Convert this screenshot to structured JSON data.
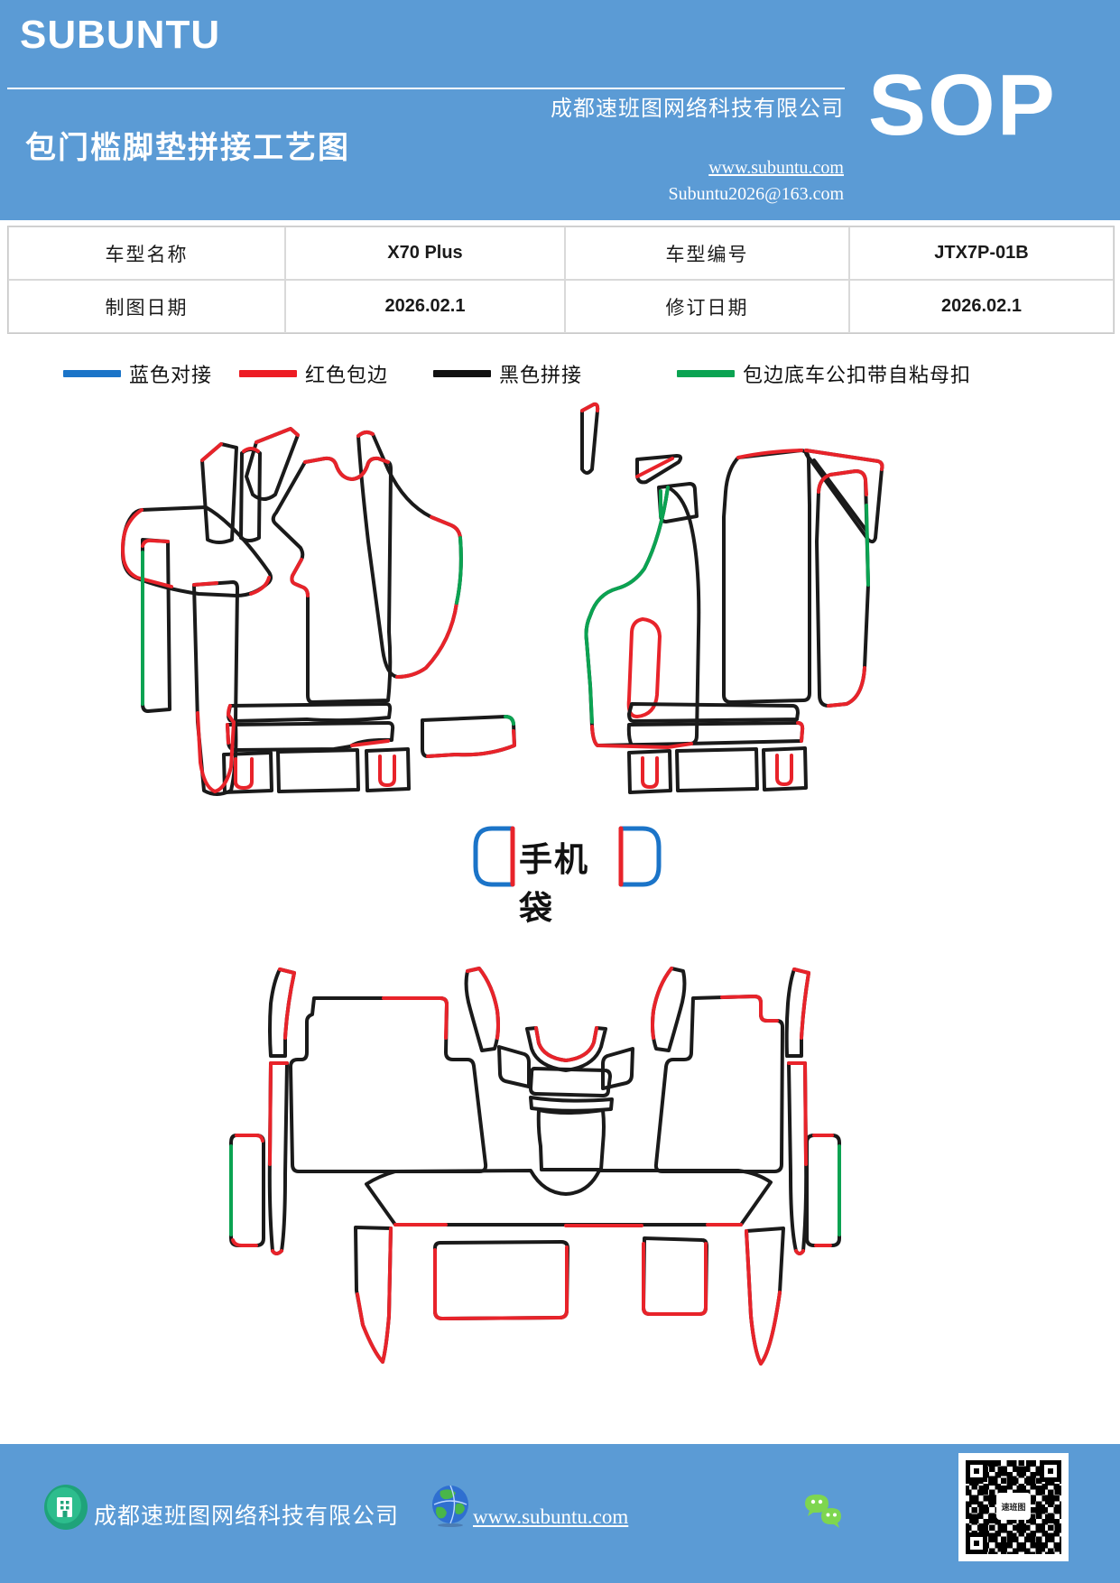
{
  "header": {
    "logo": "SUBUNTU",
    "title": "包门槛脚垫拼接工艺图",
    "company": "成都速班图网络科技有限公司",
    "website": "www.subuntu.com",
    "email": "Subuntu2026@163.com",
    "sop": "SOP"
  },
  "info_table": {
    "rows": [
      [
        "车型名称",
        "X70 Plus",
        "车型编号",
        "JTX7P-01B"
      ],
      [
        "制图日期",
        "2026.02.1",
        "修订日期",
        "2026.02.1"
      ]
    ]
  },
  "legend": {
    "items": [
      {
        "label": "蓝色对接",
        "color": "#1b74c8"
      },
      {
        "label": "红色包边",
        "color": "#ed1c24"
      },
      {
        "label": "黑色拼接",
        "color": "#111111"
      },
      {
        "label": "包边底车公扣带自粘母扣",
        "color": "#0ba352"
      }
    ]
  },
  "diagram": {
    "phone_bag_label": "手机袋",
    "line_colors": {
      "black": "#1a1a1a",
      "red": "#e8232a",
      "green": "#0ba352",
      "blue": "#1b74c8"
    }
  },
  "footer": {
    "company": "成都速班图网络科技有限公司",
    "website": "www.subuntu.com",
    "qr_caption": "速班图"
  },
  "colors": {
    "band_blue": "#5b9bd5"
  }
}
